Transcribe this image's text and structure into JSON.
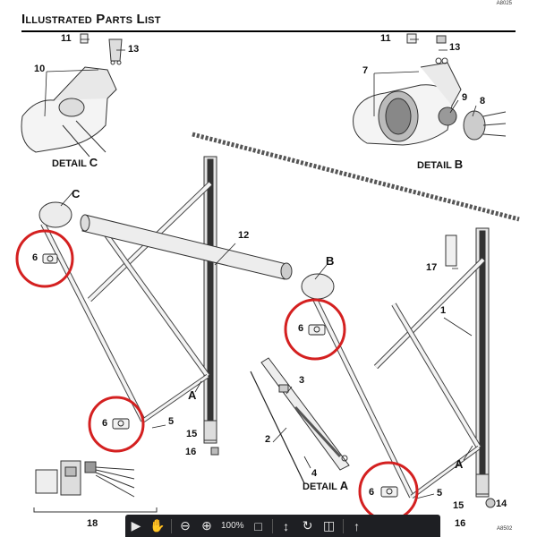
{
  "header": {
    "title": "Illustrated Parts List",
    "code": "A8025"
  },
  "footer_code": "A8502",
  "callouts": {
    "c11a": "11",
    "c13a": "13",
    "c10": "10",
    "c11b": "11",
    "c13b": "13",
    "c7": "7",
    "c9": "9",
    "c8": "8",
    "c12": "12",
    "c17": "17",
    "c1": "1",
    "c6a": "6",
    "c6b": "6",
    "c6c": "6",
    "c6d": "6",
    "c5a": "5",
    "c5b": "5",
    "c15a": "15",
    "c15b": "15",
    "c16a": "16",
    "c16b": "16",
    "c14": "14",
    "c2": "2",
    "c3": "3",
    "c4": "4",
    "c18": "18",
    "letterC": "C",
    "letterB": "B",
    "letterA1": "A",
    "letterA2": "A"
  },
  "details": {
    "c": {
      "word": "DETAIL",
      "letter": "C"
    },
    "b": {
      "word": "DETAIL",
      "letter": "B"
    },
    "a": {
      "word": "DETAIL",
      "letter": "A"
    }
  },
  "toolbar": {
    "zoom": "100%",
    "icons": [
      "select-arrow-icon",
      "hand-tool-icon",
      "zoom-out-icon",
      "zoom-in-icon",
      "page-icon",
      "fit-icon",
      "rotate-icon",
      "export-icon",
      "share-icon"
    ]
  },
  "colors": {
    "highlight": "#d42020",
    "toolbar": "#1e1f23"
  }
}
